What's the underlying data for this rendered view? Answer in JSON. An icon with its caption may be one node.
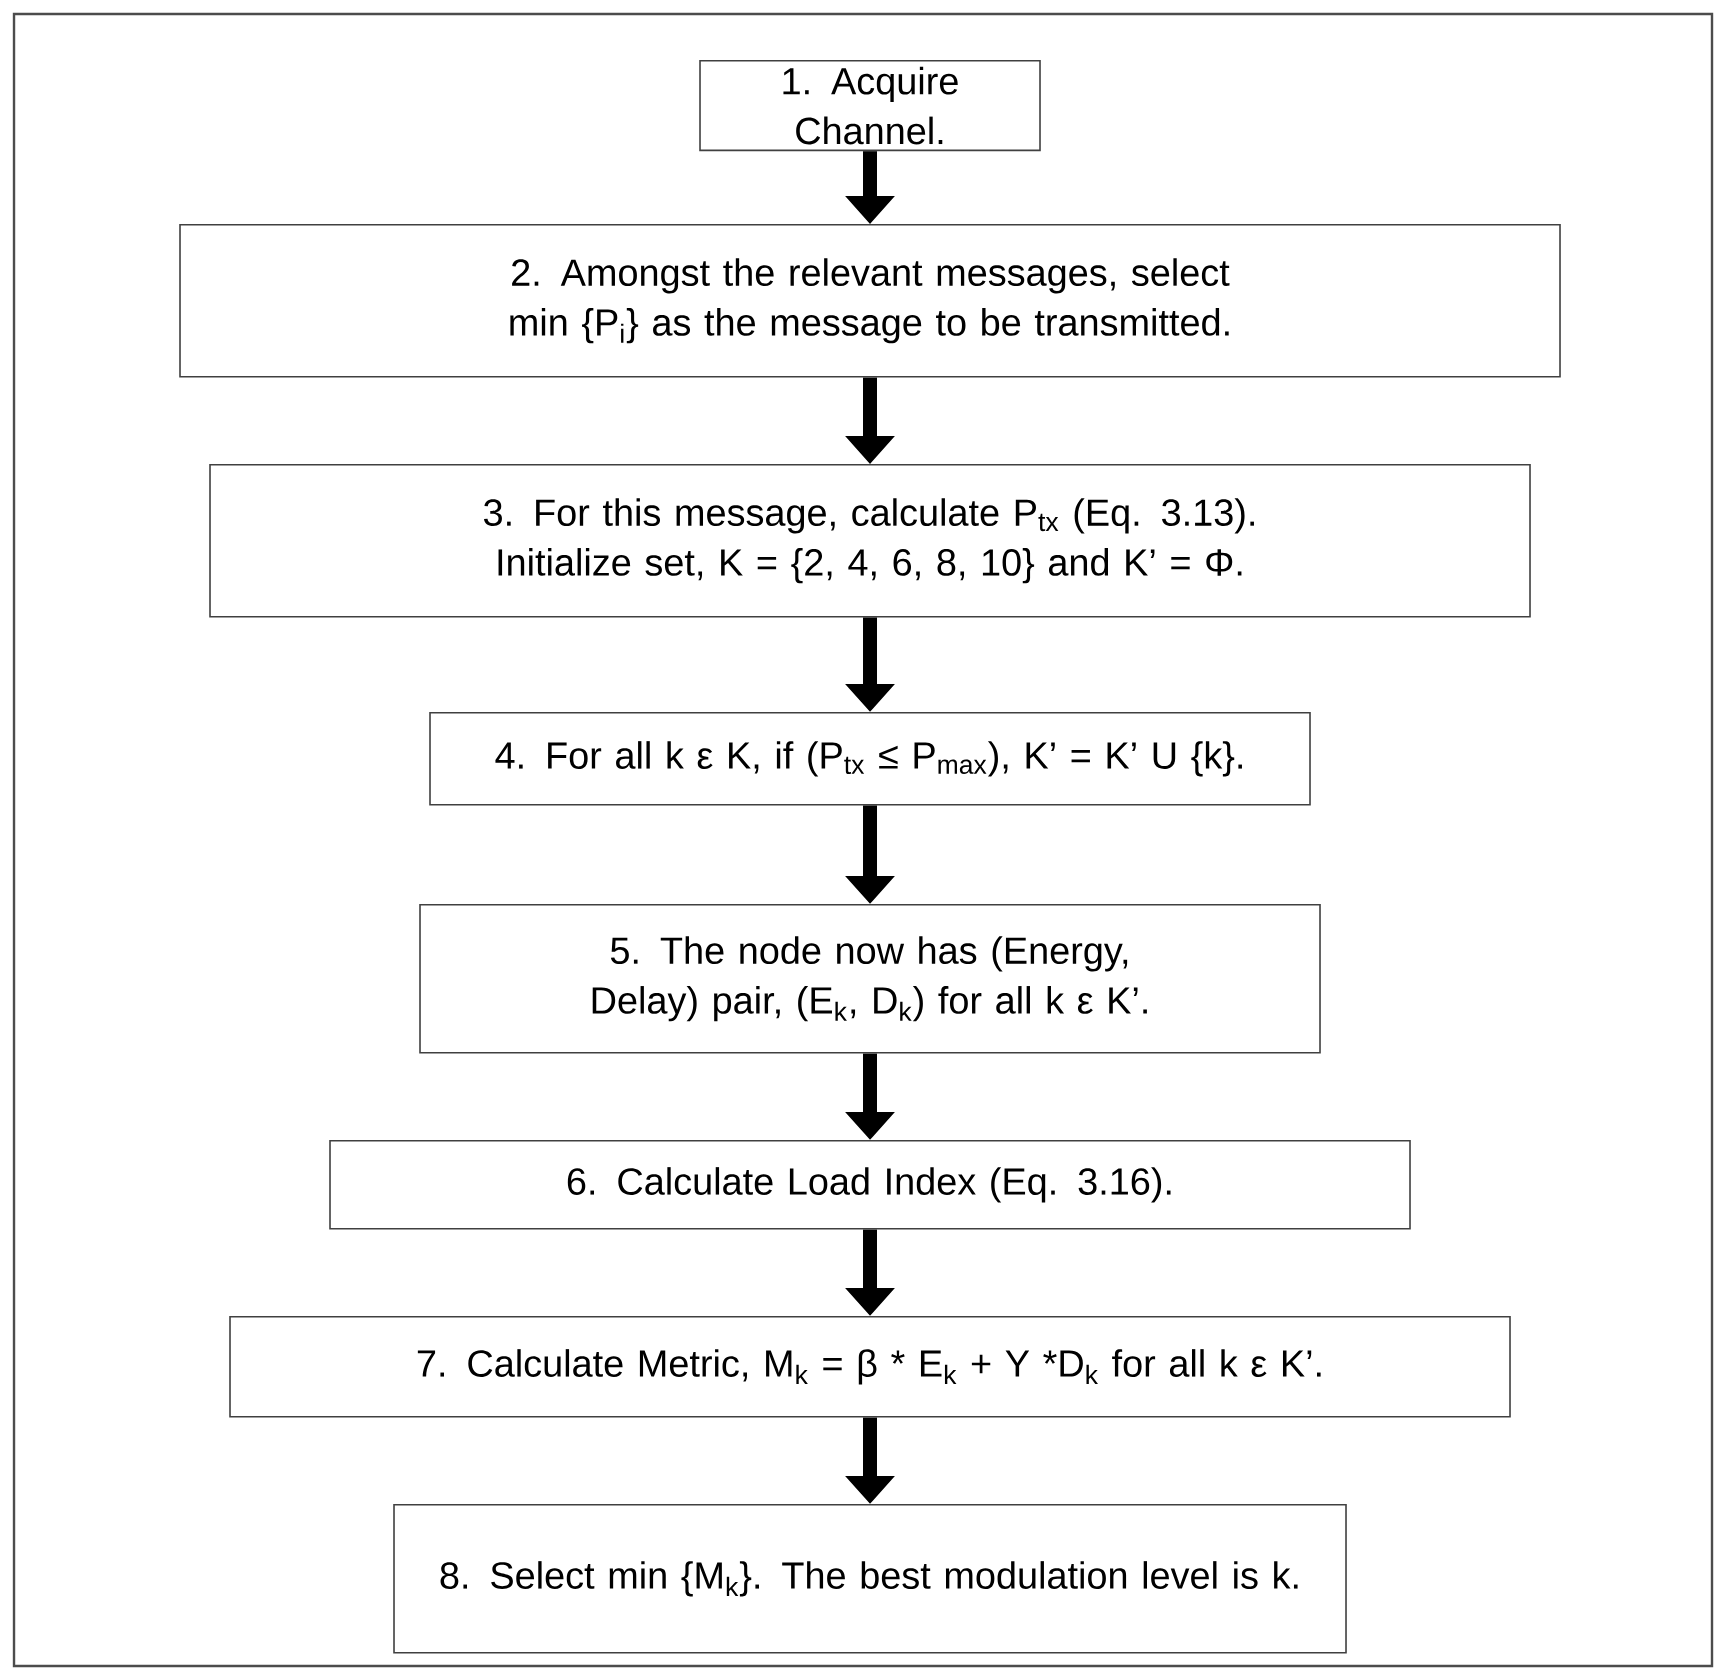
{
  "diagram": {
    "nodes": [
      {
        "text": [
          "1. Acquire Channel."
        ]
      },
      {
        "text": [
          "2. Amongst the relevant messages, select min {P$_{i}$} as the message to be transmitted."
        ]
      },
      {
        "text": [
          "3. For this message, calculate P$_{tx}$ (Eq. 3.13). Initialize set, K = {2, 4, 6, 8, 10} and K’ = Φ."
        ]
      },
      {
        "text": [
          "4. For all k ε K, if (P$_{tx}$ ≤ P$_{max}$), K’ = K’ U {k}."
        ]
      },
      {
        "text": [
          "5. The node now has (Energy, Delay) pair, (E$_{k}$, D$_{k}$) for all k ε K’."
        ]
      },
      {
        "text": [
          "6. Calculate Load Index (Eq. 3.16)."
        ]
      },
      {
        "text": [
          "7. Calculate Metric, M$_{k}$ = β * E$_{k}$ + Υ *D$_{k}$ for all k ε K’."
        ]
      },
      {
        "text": [
          "8. Select min {M$_{k}$}. The best modulation level is k."
        ]
      }
    ],
    "edges": [
      {
        "from": 0,
        "to": 1,
        "arrow": "to"
      },
      {
        "from": 1,
        "to": 2,
        "arrow": "to"
      },
      {
        "from": 2,
        "to": 3,
        "arrow": "to"
      },
      {
        "from": 3,
        "to": 4,
        "arrow": "to"
      },
      {
        "from": 4,
        "to": 5,
        "arrow": "to"
      },
      {
        "from": 5,
        "to": 6,
        "arrow": "to"
      },
      {
        "from": 6,
        "to": 7,
        "arrow": "to"
      }
    ]
  }
}
